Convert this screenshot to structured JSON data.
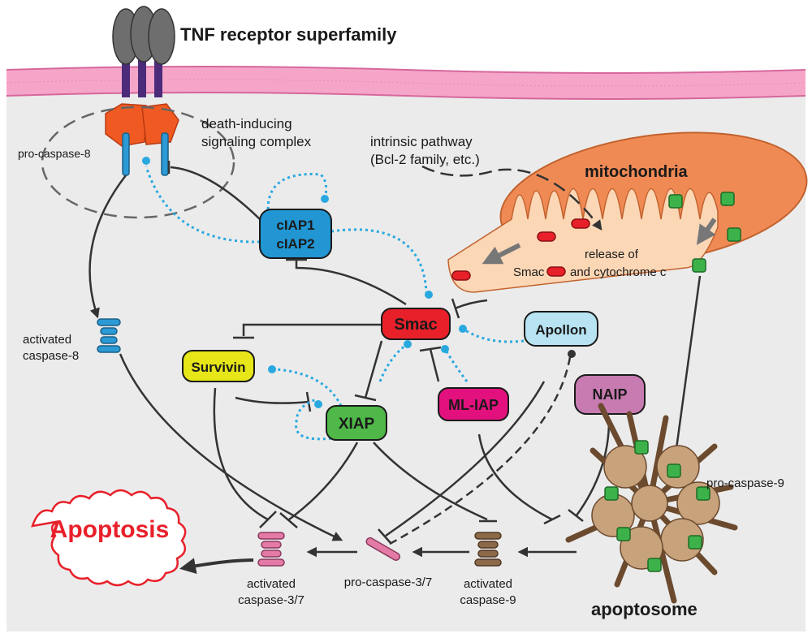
{
  "title": "TNF receptor superfamily",
  "colors": {
    "membrane": "#f5a6c8",
    "cytoplasm": "#ececec",
    "smac": "#e8202a",
    "ciap": "#2196d3",
    "survivin": "#e6e619",
    "xiap": "#4fb848",
    "mliap": "#e3117e",
    "apollon": "#b7e3f2",
    "naip": "#c77bb1",
    "apoptosis": "#e8202a",
    "dotted": "#29a8e0",
    "mito_outer": "#f08a55",
    "mito_inner": "#fbd7b6",
    "cytc": "#3db24a"
  },
  "labels": {
    "disc": [
      "death-inducing",
      "signaling complex"
    ],
    "pro_caspase_8": "pro-caspase-8",
    "intrinsic": [
      "intrinsic pathway",
      "(Bcl-2 family, etc.)"
    ],
    "mitochondria": "mitochondria",
    "release": [
      "release of",
      "Smac",
      "and cytochrome c"
    ],
    "activated_caspase_8": [
      "activated",
      "caspase-8"
    ],
    "activated_caspase_37": [
      "activated",
      "caspase-3/7"
    ],
    "pro_caspase_37": "pro-caspase-3/7",
    "activated_caspase_9": [
      "activated",
      "caspase-9"
    ],
    "pro_caspase_9": "pro-caspase-9",
    "apoptosome": "apoptosome",
    "apoptosis": "Apoptosis"
  },
  "nodes": {
    "ciap": [
      "cIAP1",
      "cIAP2"
    ],
    "smac": "Smac",
    "survivin": "Survivin",
    "xiap": "XIAP",
    "mliap": "ML-IAP",
    "apollon": "Apollon",
    "naip": "NAIP"
  }
}
